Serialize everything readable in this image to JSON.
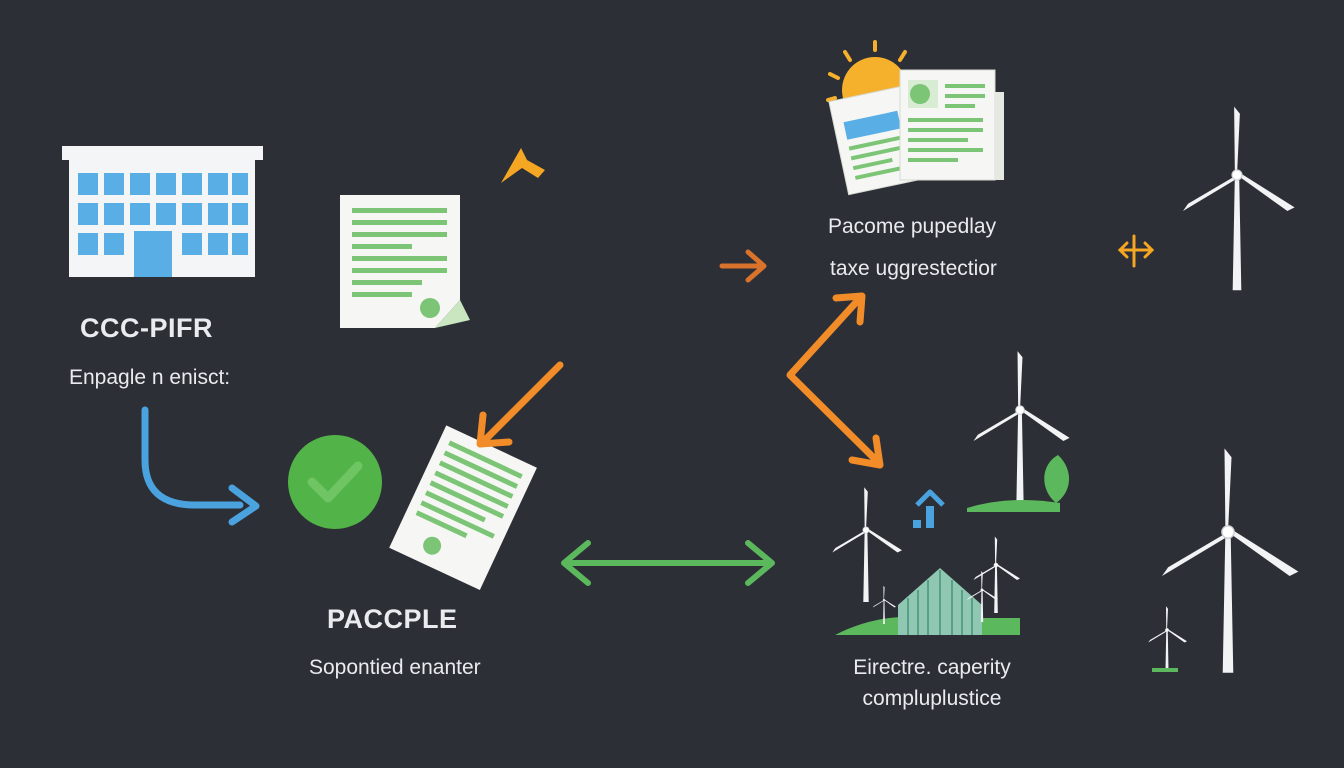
{
  "left_node": {
    "title": "CCC-PIFR",
    "subtitle": "Enpagle n enisct:"
  },
  "middle_node": {
    "title": "PACCPLE",
    "subtitle": "Sopontied enanter"
  },
  "top_right_node": {
    "line1": "Pacome pupedlay",
    "line2": "taxe uggrestectior"
  },
  "bottom_right_node": {
    "line1": "Eirectre. caperity",
    "line2": "compluplustice"
  },
  "icons": [
    "office-building-icon",
    "document-icon",
    "sun-icon",
    "documents-stack-icon",
    "checkmark-circle-icon",
    "wind-turbine-icon",
    "solar-farm-icon",
    "leaf-icon",
    "house-arrow-icon"
  ],
  "colors": {
    "background": "#2c2f36",
    "blue": "#4aa3df",
    "green": "#5cb85c",
    "orange": "#f28c28",
    "yellow": "#f5a623"
  }
}
